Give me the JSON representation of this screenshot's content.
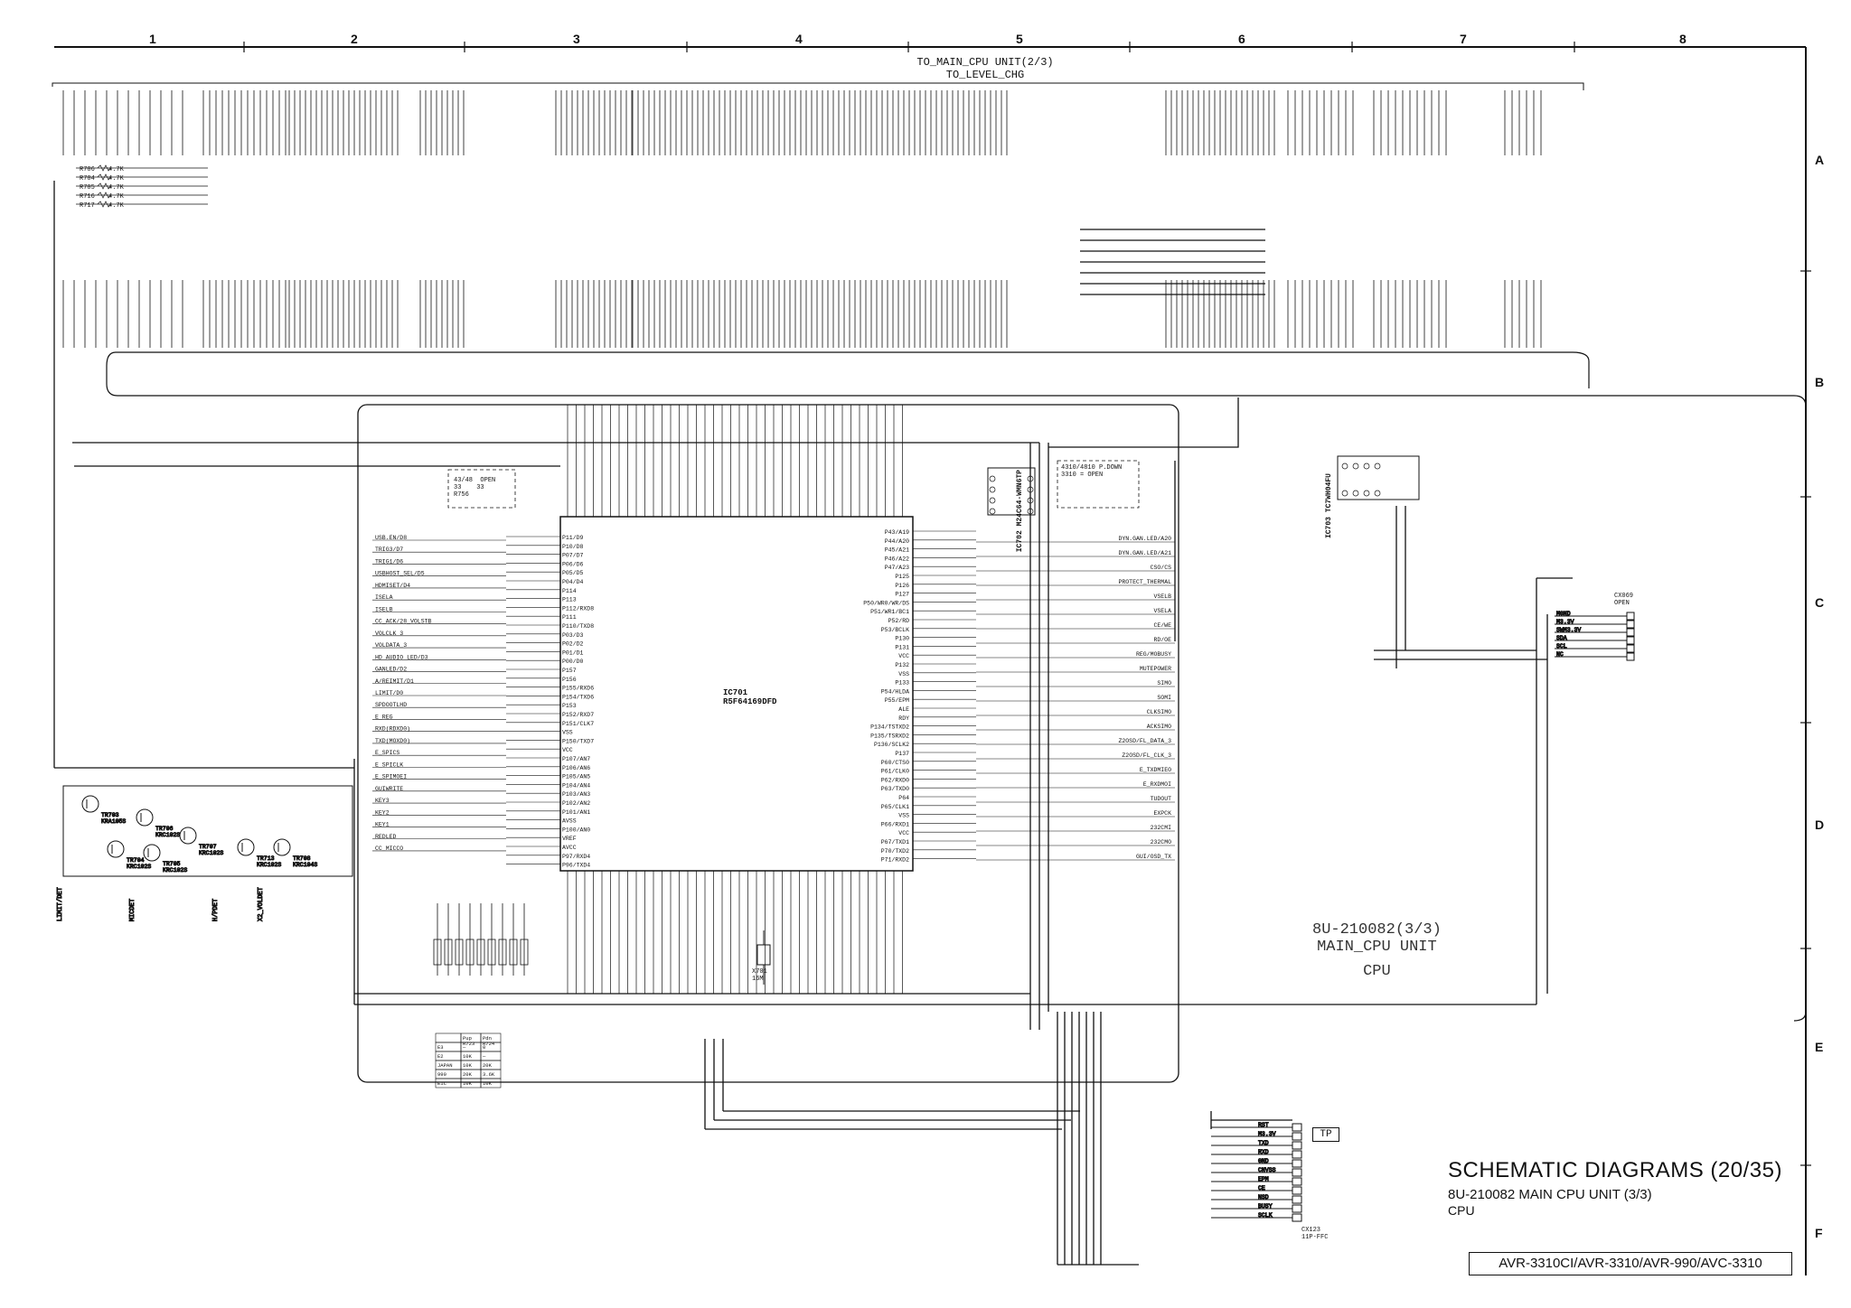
{
  "grid": {
    "columns": [
      "1",
      "2",
      "3",
      "4",
      "5",
      "6",
      "7",
      "8"
    ],
    "rows": [
      "A",
      "B",
      "C",
      "D",
      "E",
      "F"
    ]
  },
  "top_labels": {
    "line1": "TO_MAIN_CPU UNIT(2/3)",
    "line2": "TO_LEVEL_CHG"
  },
  "ic701": {
    "ref": "IC701",
    "part": "R5F64169DFD"
  },
  "ic702": {
    "ref": "IC702",
    "part": "M24C64-WMN6TP"
  },
  "ic703": {
    "ref": "IC703",
    "part": "TC7WH04FU"
  },
  "cx069": {
    "ref": "CX069",
    "note": "OPEN",
    "pins": [
      "MGND",
      "M3.3V",
      "SWM3.3V",
      "SDA",
      "SCL",
      "NC"
    ]
  },
  "cx123": {
    "ref": "CX123",
    "note": "11P-FFC",
    "pins": [
      "RST",
      "M3.3V",
      "TXD",
      "RXD",
      "GND",
      "CNVSS",
      "EPM",
      "CE",
      "NSD",
      "BUSY",
      "SCLK"
    ]
  },
  "tp_label": "TP",
  "pullup_note": {
    "line1": "4310/4810 P.DOWN",
    "line2": "3310 = OPEN"
  },
  "note_4348": {
    "head": [
      "43/48",
      "OPEN"
    ],
    "row": [
      "33",
      "33"
    ],
    "ref": "R756"
  },
  "table": {
    "head": [
      "",
      "Pup\nR723",
      "Pdn\nR724"
    ],
    "rows": [
      [
        "E3",
        "—",
        "0"
      ],
      [
        "E2",
        "10K",
        "—"
      ],
      [
        "JAPAN",
        "10K",
        "20K"
      ],
      [
        "990",
        "20K",
        "3.6K"
      ],
      [
        "E1C",
        "10K",
        "10K"
      ]
    ]
  },
  "left_resistors": [
    {
      "ref": "R706",
      "val": "4.7K"
    },
    {
      "ref": "R704",
      "val": "4.7K"
    },
    {
      "ref": "R705",
      "val": "4.7K"
    },
    {
      "ref": "R716",
      "val": "4.7K"
    },
    {
      "ref": "R717",
      "val": "4.7K"
    }
  ],
  "left_signals": [
    "USB.EN/D8",
    "TRIG3/D7",
    "TRIG1/D6",
    "USBHOST_SEL/D5",
    "HDMISET/D4",
    "ISELA",
    "ISELB",
    "CC_ACK/28_VOLSTB",
    "VOLCLK_3",
    "VOLDATA_3",
    "HD_AUDIO_LED/D3",
    "GANLED/D2",
    "A/REIMIT/D1",
    "LIMIT/D0",
    "SPDOOTLHD",
    "E_REG",
    "RXD(RDXD0)",
    "TXD(MOXD0)",
    "E_SPICS",
    "E_SPICLK",
    "E_SPIMOEI",
    "GUIWRITE",
    "KEY3",
    "KEY2",
    "KEY1",
    "REDLED",
    "CC_MICCO"
  ],
  "right_signals": [
    "DYN.GAN.LED/A20",
    "DYN.GAN.LED/A21",
    "CSO/CS",
    "PROTECT_THERMAL",
    "VSELB",
    "VSELA",
    "CE/WE",
    "RD/OE",
    "REG/MOBUSY",
    "MUTEPOWER",
    "SIMO",
    "SOMI",
    "CLKSIMO",
    "ACKSIMO",
    "Z2OSD/FL_DATA_3",
    "Z2OSD/FL_CLK_3",
    "E_TXDMIEO",
    "E_RXDMOI",
    "TUDOUT",
    "EXPCK",
    "232CMI",
    "232CMO",
    "GUI/OSD_TX"
  ],
  "right_pins": [
    "P43/A19",
    "P44/A20",
    "P45/A21",
    "P46/A22",
    "P47/A23",
    "P125",
    "P126",
    "P127",
    "P50/WR0/WR/DS",
    "P51/WR1/BC1",
    "P52/RD",
    "P53/BCLK",
    "P130",
    "P131",
    "VCC",
    "P132",
    "VSS",
    "P133",
    "P54/HLDA",
    "P55/EPM",
    "ALE",
    "RDY",
    "P134/TSTXD2",
    "P135/TSRXD2",
    "P136/SCLK2",
    "P137",
    "P60/CTS0",
    "P61/CLK0",
    "P62/RXD0",
    "P63/TXD0",
    "P64",
    "P65/CLK1",
    "VSS",
    "P66/RXD1",
    "VCC",
    "P67/TXD1",
    "P70/TXD2",
    "P71/RXD2"
  ],
  "left_pins": [
    "P11/D9",
    "P10/D8",
    "P07/D7",
    "P06/D6",
    "P05/D5",
    "P04/D4",
    "P114",
    "P113",
    "P112/RXD8",
    "P111",
    "P110/TXD8",
    "P03/D3",
    "P02/D2",
    "P01/D1",
    "P00/D0",
    "P157",
    "P156",
    "P155/RXD6",
    "P154/TXD6",
    "P153",
    "P152/RXD7",
    "P151/CLK7",
    "VSS",
    "P150/TXD7",
    "VCC",
    "P107/AN7",
    "P106/AN6",
    "P105/AN5",
    "P104/AN4",
    "P103/AN3",
    "P102/AN2",
    "P101/AN1",
    "AVSS",
    "P100/AN0",
    "VREF",
    "AVCC",
    "P97/RXD4",
    "P96/TXD4"
  ],
  "transistors": [
    {
      "ref": "TR703",
      "part": "KRA105S"
    },
    {
      "ref": "TR704",
      "part": "KRC102S"
    },
    {
      "ref": "TR705",
      "part": "KRC102S"
    },
    {
      "ref": "TR707",
      "part": "KRC102S"
    },
    {
      "ref": "TR713",
      "part": "KRC102S"
    },
    {
      "ref": "TR708",
      "part": "KRC104S"
    },
    {
      "ref": "TR706",
      "part": "KRC102S"
    }
  ],
  "bottom_left_labels": [
    "LIMIT/DET",
    "MICDET",
    "H/PDET",
    "X2_VOLDET"
  ],
  "crystal": {
    "ref": "X701",
    "freq": "16M"
  },
  "unit_label": {
    "line1": "8U-210082(3/3)",
    "line2": "MAIN_CPU UNIT",
    "line3": "CPU"
  },
  "title": {
    "main": "SCHEMATIC DIAGRAMS (20/35)",
    "sub": "8U-210082 MAIN CPU UNIT (3/3)",
    "sub2": "CPU"
  },
  "models": "AVR-3310CI/AVR-3310/AVR-990/AVC-3310"
}
